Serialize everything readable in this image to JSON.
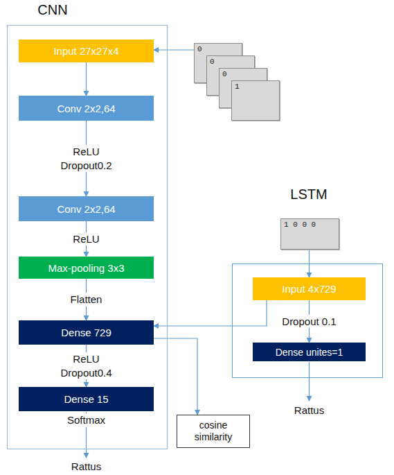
{
  "diagram": {
    "nodes": [
      {
        "text": [
          "CNN"
        ]
      },
      {
        "text": [
          "Input 27x27x4"
        ],
        "in": 0
      },
      {
        "text": [
          "Conv 2x2,64"
        ],
        "in": 0
      },
      {
        "text": [
          "Conv 2x2,64"
        ],
        "in": 0
      },
      {
        "text": [
          "Max-pooling 3x3"
        ],
        "in": 0
      },
      {
        "text": [
          "Dense 729"
        ],
        "in": 0
      },
      {
        "text": [
          "Dense 15"
        ],
        "in": 0
      },
      {
        "text": [
          "0"
        ]
      },
      {
        "text": [
          "0"
        ]
      },
      {
        "text": [
          "0"
        ]
      },
      {
        "text": [
          "1"
        ]
      },
      {
        "text": [
          "LSTM"
        ]
      },
      {
        "text": [
          "1 0 0 0"
        ]
      },
      {
        "text": [
          "Input 4x729"
        ],
        "in": 11
      },
      {
        "text": [
          "Dense unites=1"
        ],
        "in": 11
      },
      {
        "text": [
          "cosine similarity"
        ]
      }
    ],
    "edges": [
      {
        "from": 7,
        "to": 1,
        "arrow": "to"
      },
      {
        "from": 1,
        "to": 2,
        "arrow": "to"
      },
      {
        "from": 2,
        "to": 3,
        "label": "ReLU Dropout0.2",
        "arrow": "to"
      },
      {
        "from": 3,
        "to": 4,
        "label": "ReLU",
        "arrow": "to"
      },
      {
        "from": 4,
        "to": 5,
        "label": "Flatten",
        "arrow": "to"
      },
      {
        "from": 5,
        "to": 6,
        "label": "ReLU Dropout0.4",
        "arrow": "to"
      },
      {
        "from": 5,
        "to": 15,
        "arrow": "to"
      },
      {
        "from": 12,
        "to": 13,
        "arrow": "to"
      },
      {
        "from": 13,
        "to": 14,
        "label": "Dropout 0.1",
        "arrow": "to"
      },
      {
        "from": 13,
        "to": 5,
        "arrow": "to"
      }
    ],
    "labels": [
      "Softmax",
      "Rattus",
      "Rattus"
    ]
  }
}
